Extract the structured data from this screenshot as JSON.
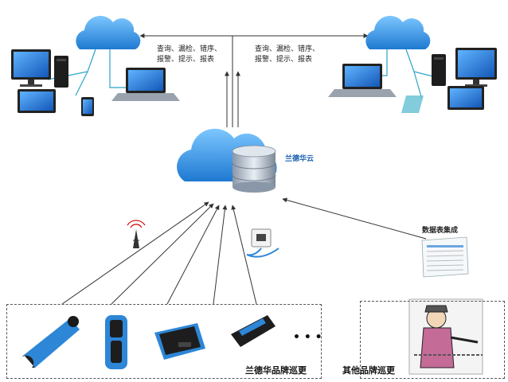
{
  "left_cluster": {
    "note_line1": "查询、漏检、错序、",
    "note_line2": "报警、提示、报表"
  },
  "right_cluster": {
    "note_line1": "查询、漏检、错序、",
    "note_line2": "报警、提示、报表"
  },
  "hub": {
    "label": "兰德华云"
  },
  "report": {
    "label": "数据表集成"
  },
  "devices": {
    "more": "• • •"
  },
  "groups": {
    "own_brand": "兰德华品牌巡更",
    "other_brand": "其他品牌巡更"
  },
  "colors": {
    "cloud": "#2f8fe0",
    "device_blue": "#2d86d6",
    "screen": "#1f7fd8",
    "line": "#333333"
  }
}
